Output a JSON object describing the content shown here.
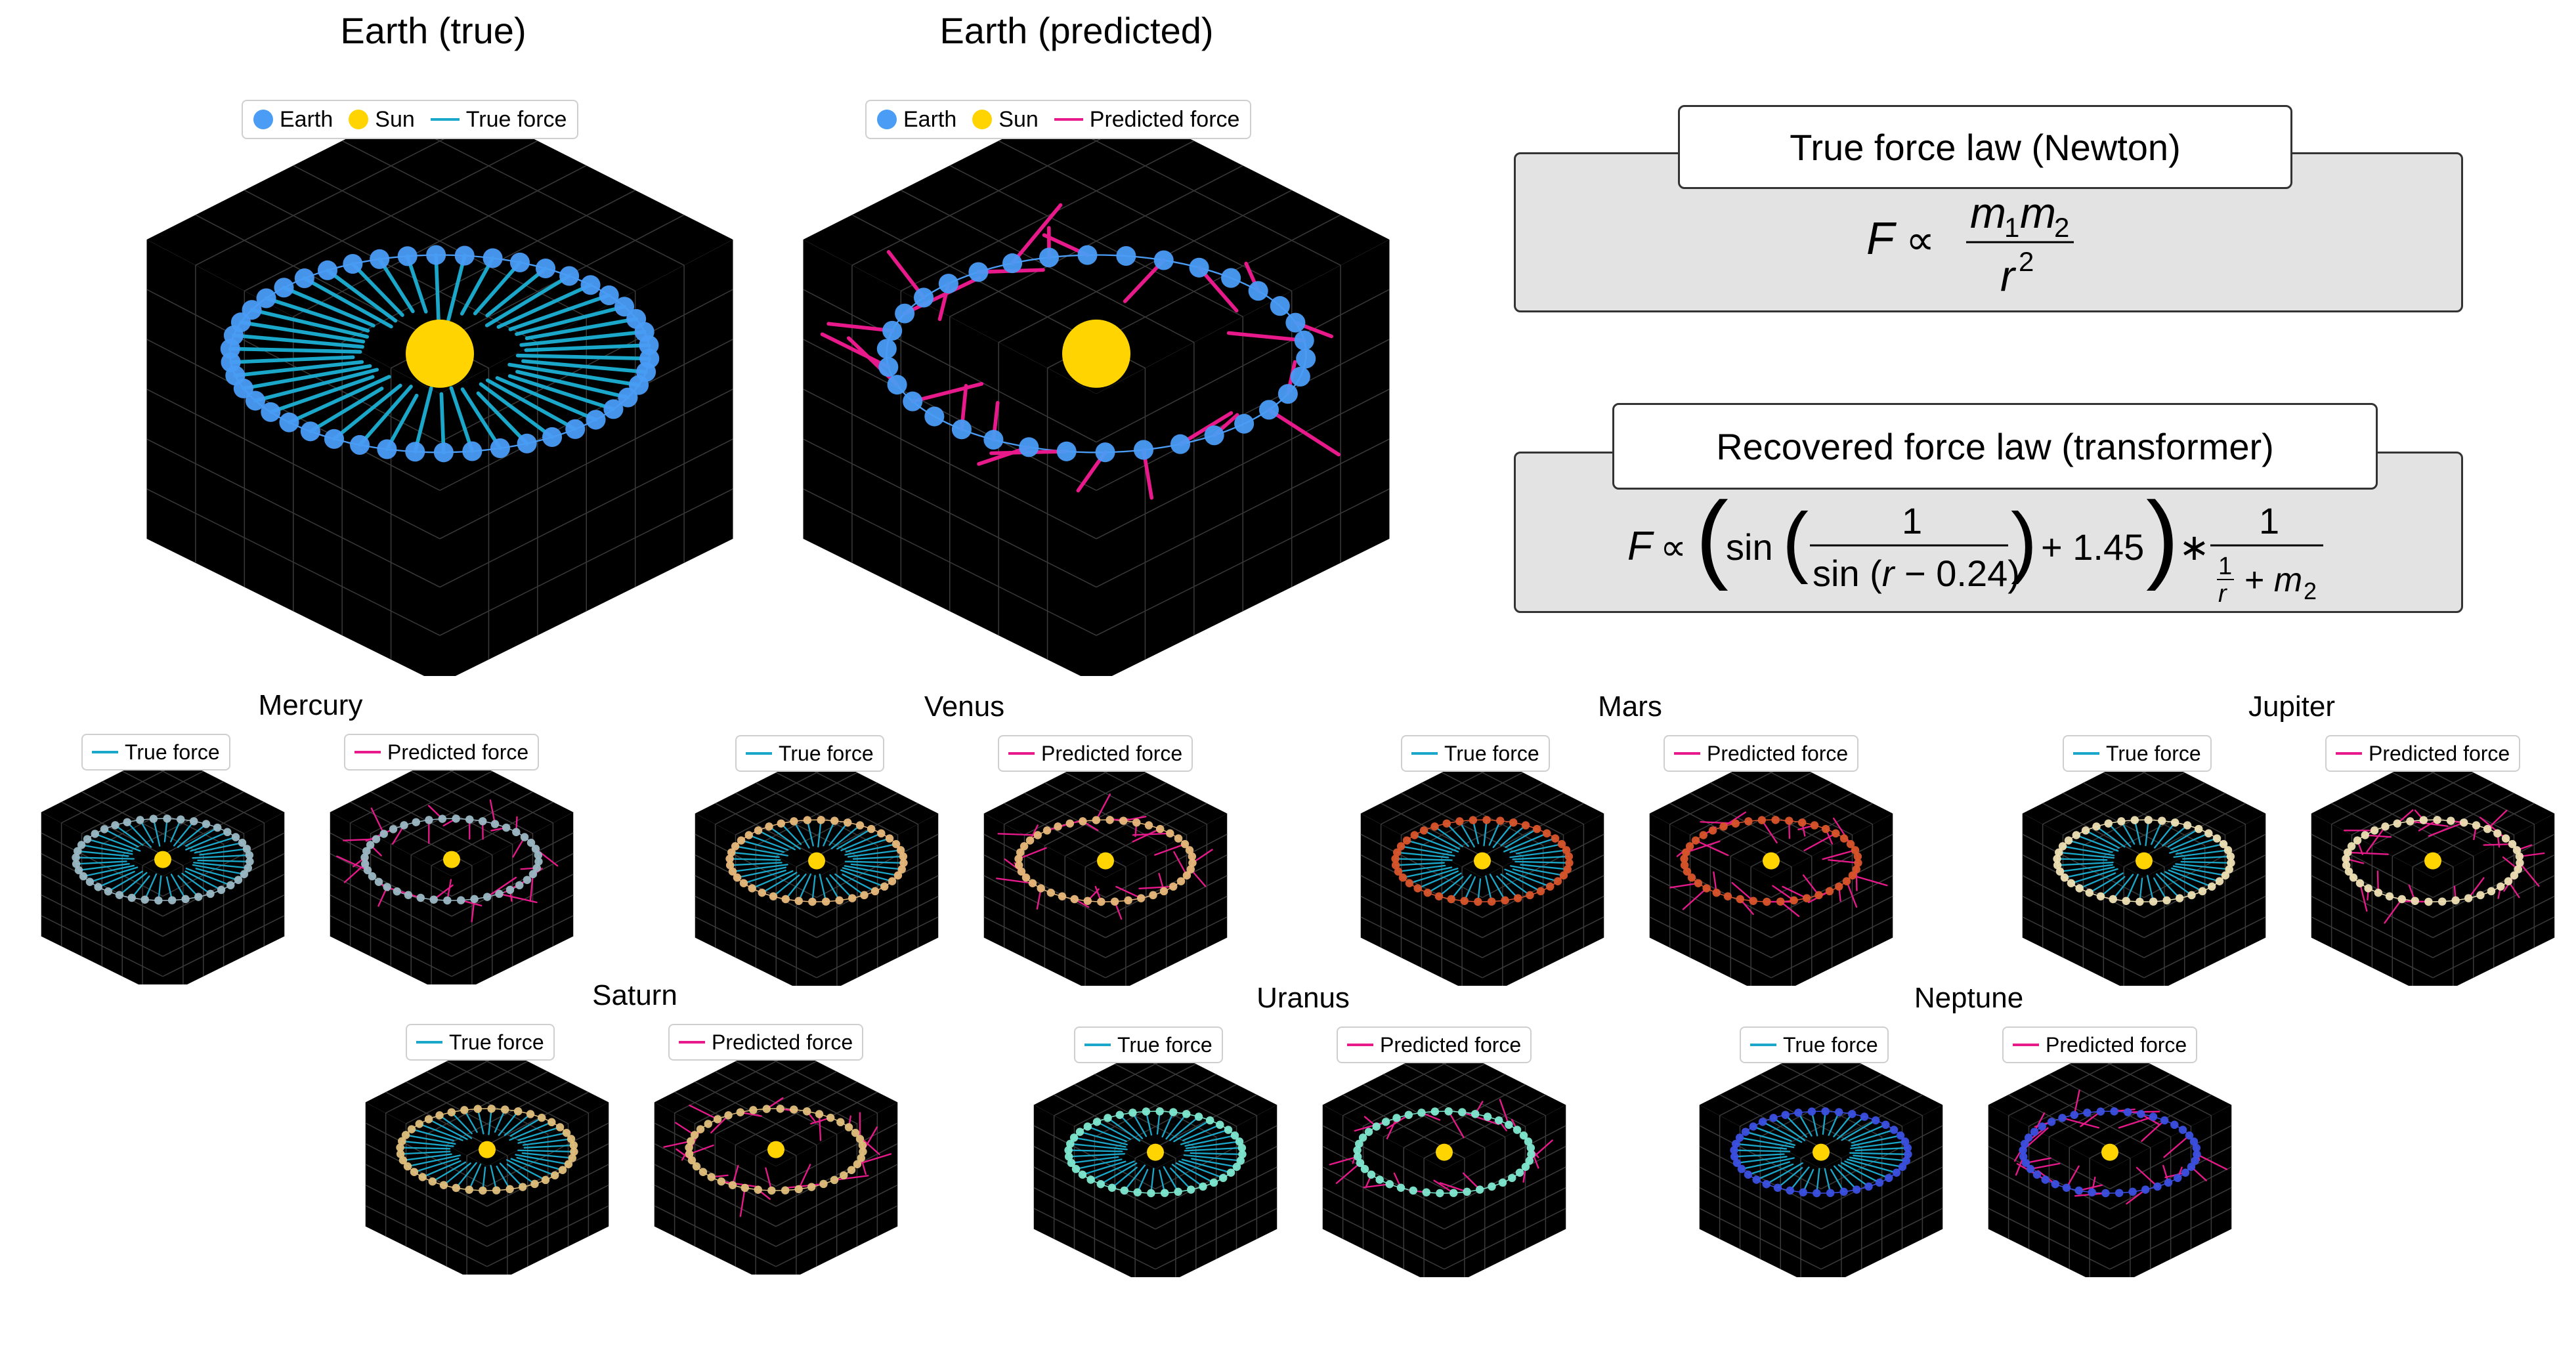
{
  "earth_true": {
    "title": "Earth (true)",
    "legend": [
      "Earth",
      "Sun",
      "True force"
    ]
  },
  "earth_pred": {
    "title": "Earth (predicted)",
    "legend": [
      "Earth",
      "Sun",
      "Predicted force"
    ]
  },
  "true_law": {
    "header": "True force law (Newton)"
  },
  "recovered_law": {
    "header": "Recovered force law (transformer)"
  },
  "small_legend": {
    "true": "True force",
    "pred": "Predicted force"
  },
  "colors": {
    "true_force": "#1aa7c9",
    "predicted_force": "#e8198b",
    "sun": "#ffd400",
    "earth": "#4a9cf5",
    "panel": "#000000"
  },
  "planets": [
    {
      "name": "Mercury",
      "color": "#9bb8c4"
    },
    {
      "name": "Venus",
      "color": "#e8b87a"
    },
    {
      "name": "Mars",
      "color": "#d9542a"
    },
    {
      "name": "Jupiter",
      "color": "#efe0b4"
    },
    {
      "name": "Saturn",
      "color": "#e0bf7c"
    },
    {
      "name": "Uranus",
      "color": "#7fe8d0"
    },
    {
      "name": "Neptune",
      "color": "#3b4fe0"
    }
  ]
}
